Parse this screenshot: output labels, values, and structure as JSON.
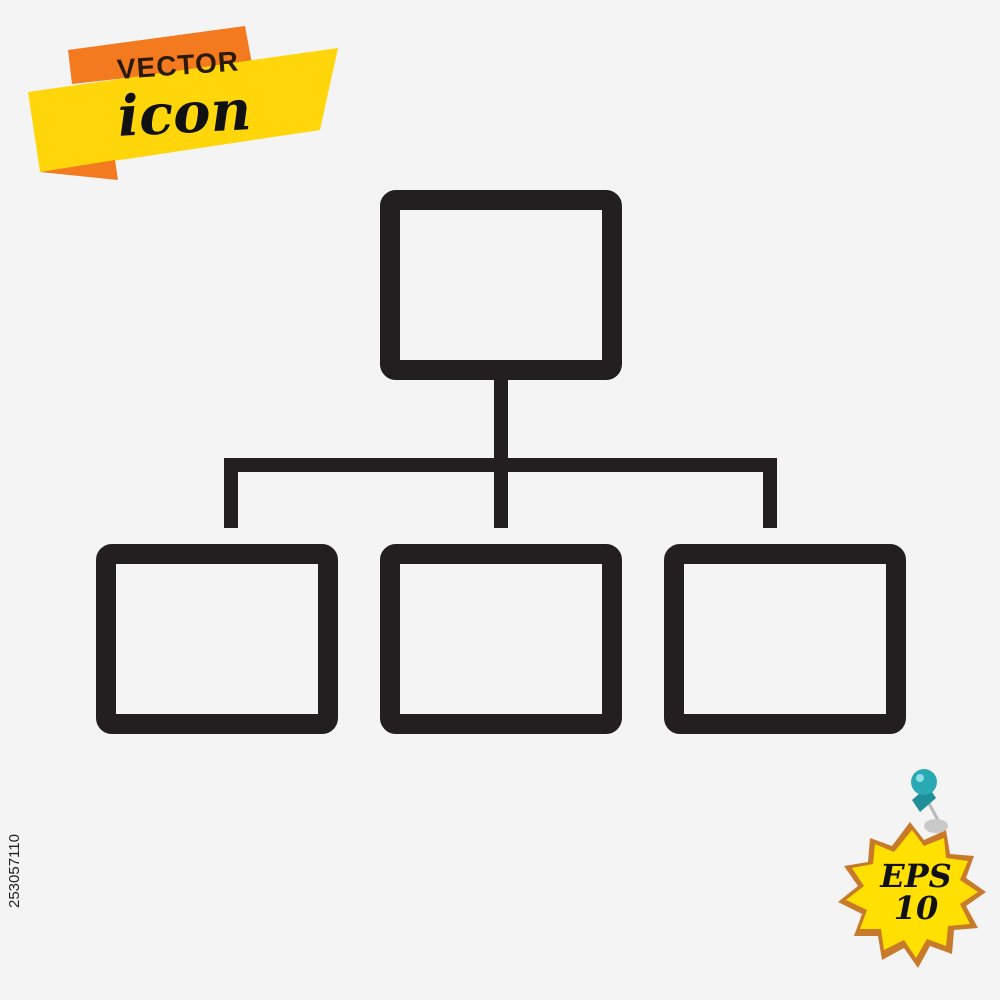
{
  "banner": {
    "top_text": "VECTOR",
    "main_text": "icon",
    "colors": {
      "orange": "#f47a1f",
      "yellow": "#ffd60a",
      "text": "#111111"
    }
  },
  "icon": {
    "name": "hierarchy-structure-icon",
    "stroke_color": "#231f20",
    "boxes": [
      "top-box",
      "bottom-left-box",
      "bottom-center-box",
      "bottom-right-box"
    ]
  },
  "stock_id": "253057110",
  "badge": {
    "line1": "EPS",
    "line2": "10",
    "colors": {
      "fill": "#ffe000",
      "rim": "#c77a2a",
      "pin": "#2aa9b5"
    }
  }
}
